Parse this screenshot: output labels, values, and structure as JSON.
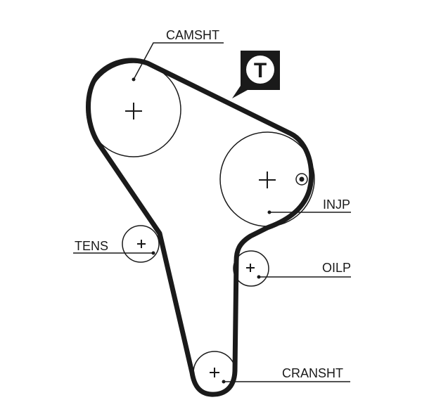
{
  "diagram": {
    "labels": {
      "camshaft": "CAMSHT",
      "injection_pump": "INJP",
      "tensioner": "TENS",
      "oil_pump": "OILP",
      "crankshaft": "CRANSHT"
    },
    "tensioner_badge": {
      "letter": "T"
    },
    "colors": {
      "line": "#1a1a1a",
      "background": "#ffffff"
    }
  }
}
